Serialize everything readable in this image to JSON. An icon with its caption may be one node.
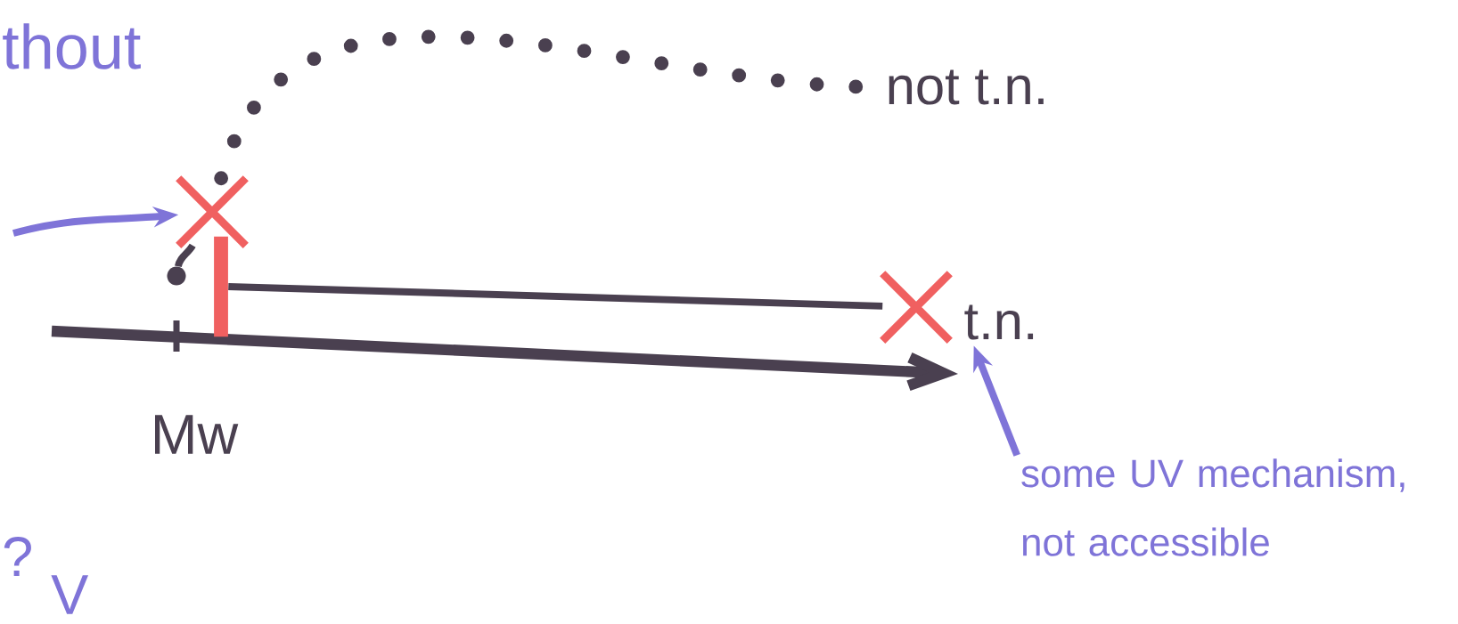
{
  "diagram": {
    "nodes": [
      {
        "text": [],
        "shape": "cross"
      },
      {
        "text": [
          "not t.n."
        ]
      },
      {
        "text": [],
        "shape": "circle"
      },
      {
        "text": [],
        "shape": "bar"
      },
      {
        "text": [],
        "shape": "cross"
      },
      {
        "text": [
          "t.n."
        ]
      },
      {
        "text": [
          "some UV mechanism, not accessible"
        ]
      }
    ],
    "edges": [
      {
        "from": null,
        "to": 0,
        "arrow": "to",
        "color": "#7f74d8"
      },
      {
        "from": 0,
        "to": 1,
        "arrow": "none",
        "style": "dashed"
      },
      {
        "from": 2,
        "to": 0,
        "arrow": "none"
      },
      {
        "from": 3,
        "to": 4,
        "arrow": "none"
      },
      {
        "from": 6,
        "to": 5,
        "arrow": "to",
        "color": "#7f74d8"
      }
    ],
    "labels": [
      "thout",
      "Mw",
      "?",
      "V"
    ]
  }
}
